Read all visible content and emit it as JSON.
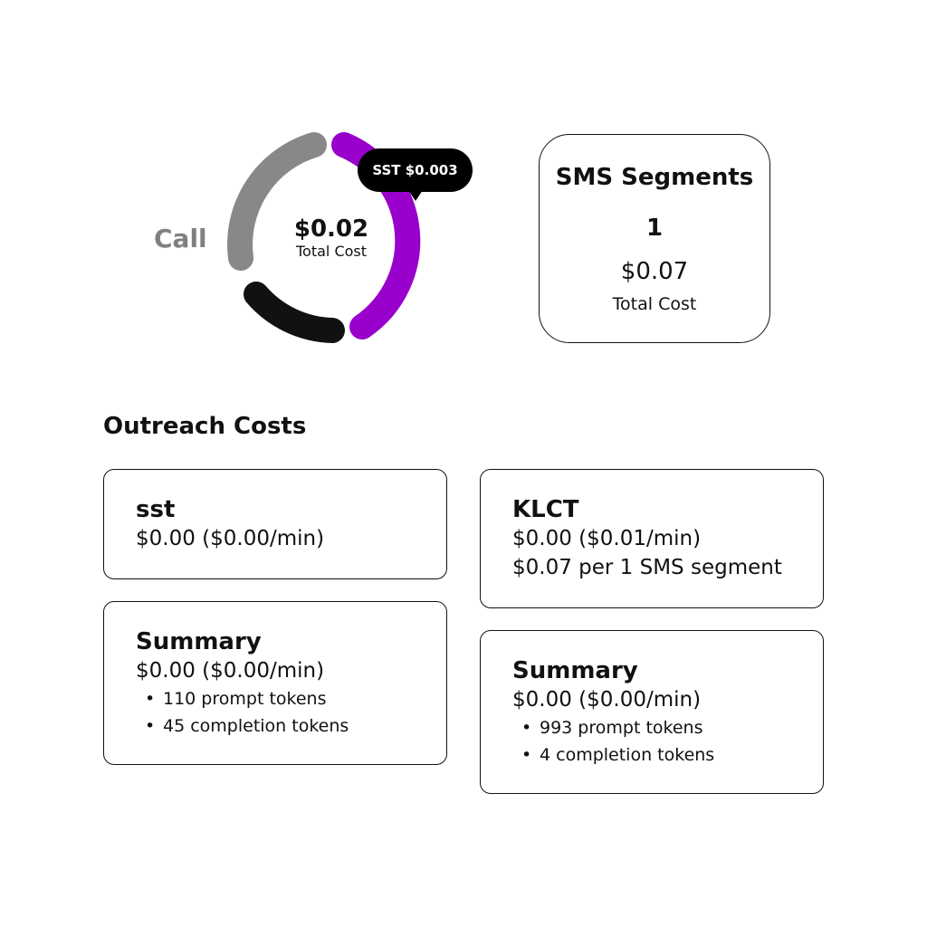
{
  "donut": {
    "center_amount": "$0.02",
    "center_label": "Total Cost",
    "call_label": "Call",
    "tooltip": "SST $0.003",
    "colors": {
      "call": "#888888",
      "sst": "#9900CC",
      "other": "#111111"
    }
  },
  "sms": {
    "title": "SMS Segments",
    "count": "1",
    "amount": "$0.07",
    "label": "Total Cost"
  },
  "outreach": {
    "title": "Outreach Costs",
    "cards": [
      {
        "title": "sst",
        "lines": [
          "$0.00 ($0.00/min)"
        ],
        "items": []
      },
      {
        "title": "Summary",
        "lines": [
          "$0.00 ($0.00/min)"
        ],
        "items": [
          "110 prompt tokens",
          "45 completion tokens"
        ]
      },
      {
        "title": "KLCT",
        "lines": [
          "$0.00 ($0.01/min)",
          "$0.07 per 1 SMS segment"
        ],
        "items": []
      },
      {
        "title": "Summary",
        "lines": [
          "$0.00 ($0.00/min)"
        ],
        "items": [
          "993 prompt tokens",
          "4 completion tokens"
        ]
      }
    ]
  }
}
